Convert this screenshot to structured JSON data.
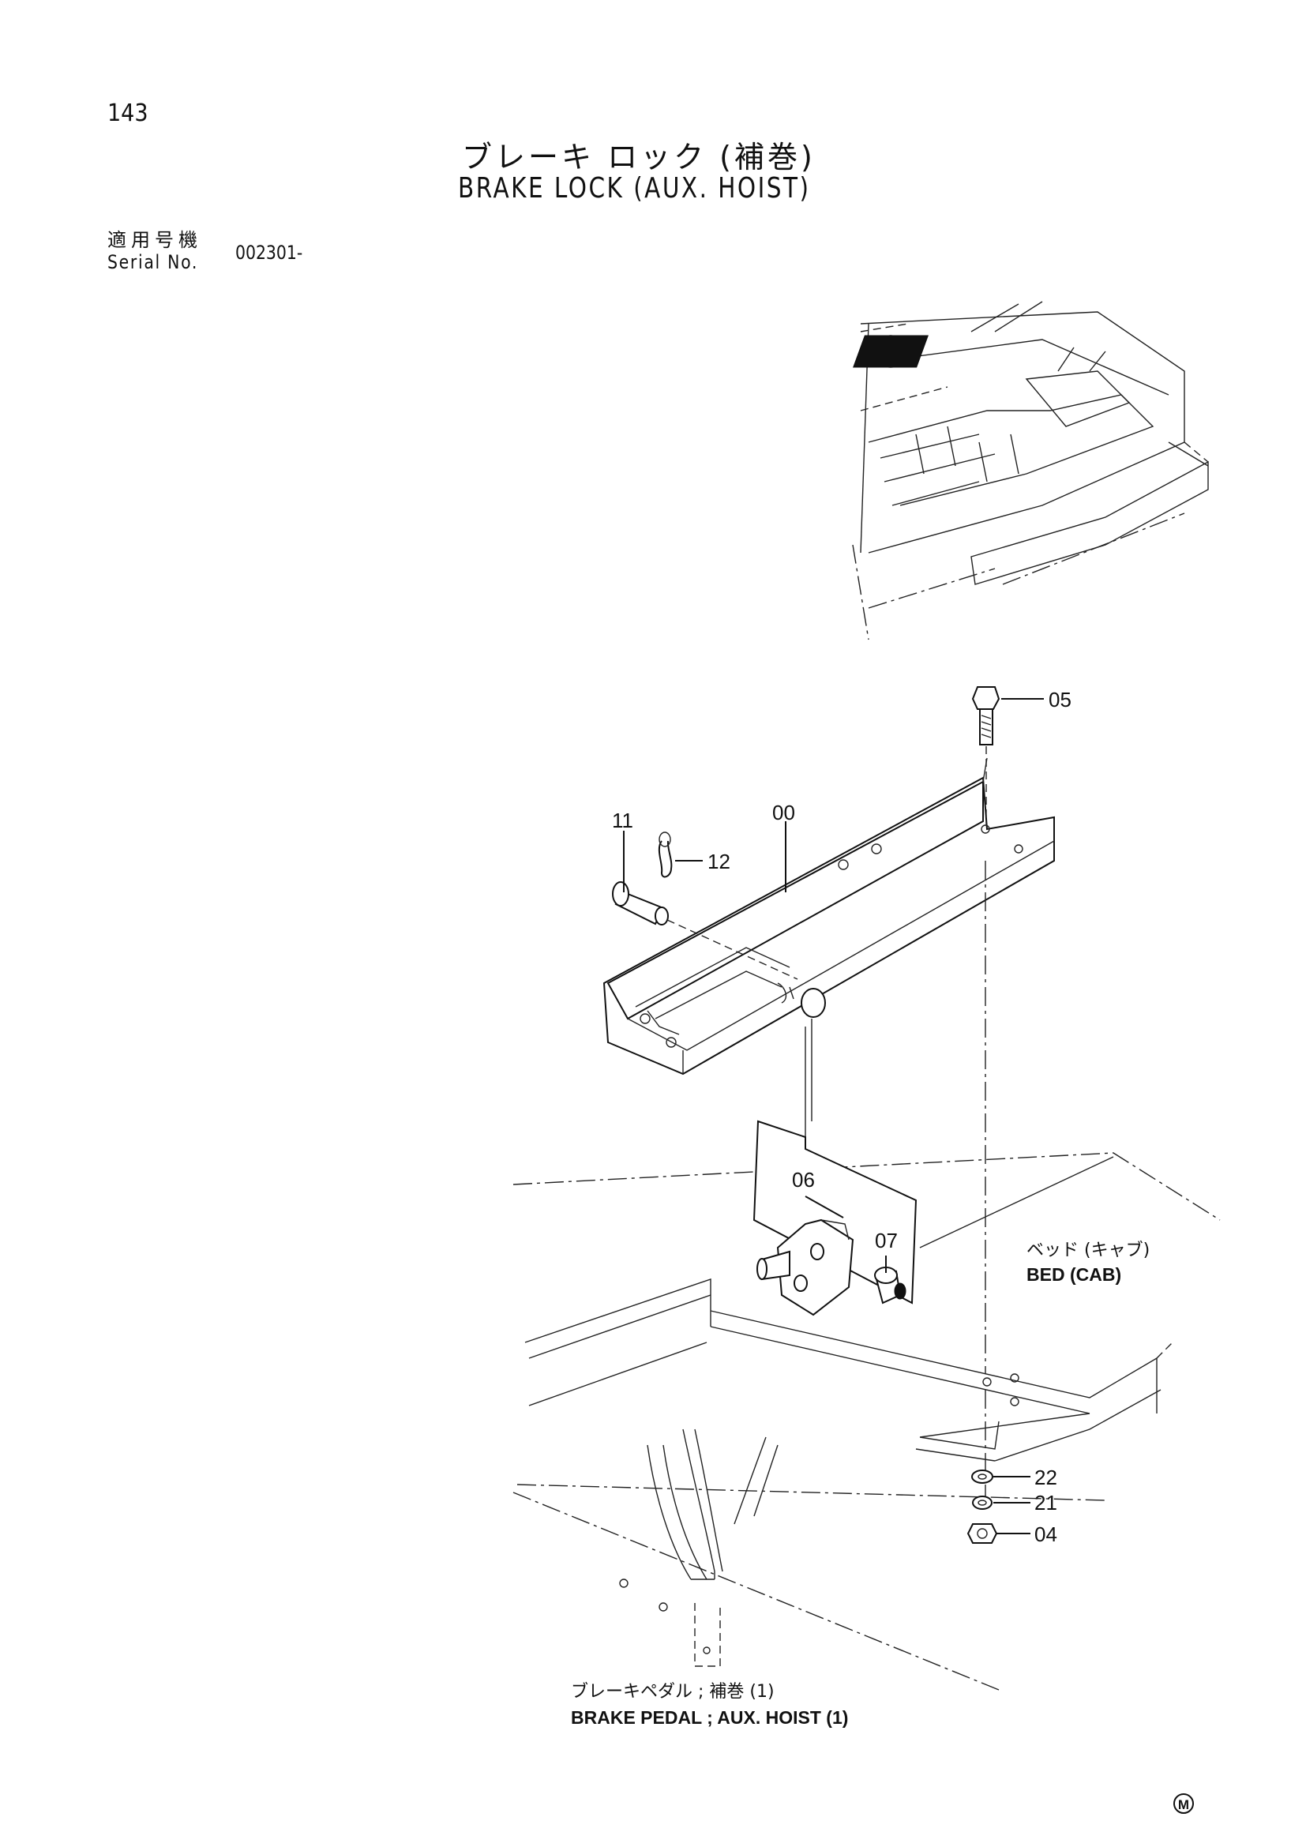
{
  "page_number": "143",
  "title_jp": "ブレーキ ロック (補巻)",
  "title_en": "BRAKE LOCK (AUX. HOIST)",
  "serial": {
    "label_jp": "適用号機",
    "label_en": "Serial No.",
    "value": "002301-"
  },
  "callouts": {
    "p05": "05",
    "p00": "00",
    "p11": "11",
    "p12": "12",
    "p06": "06",
    "p07": "07",
    "p22": "22",
    "p21": "21",
    "p04": "04"
  },
  "bed_label_jp": "ベッド (キャブ)",
  "bed_label_en": "BED (CAB)",
  "pedal_label_jp": "ブレーキペダル ; 補巻 (1)",
  "pedal_label_en": "BRAKE PEDAL ; AUX. HOIST (1)",
  "corner_mark": "M"
}
